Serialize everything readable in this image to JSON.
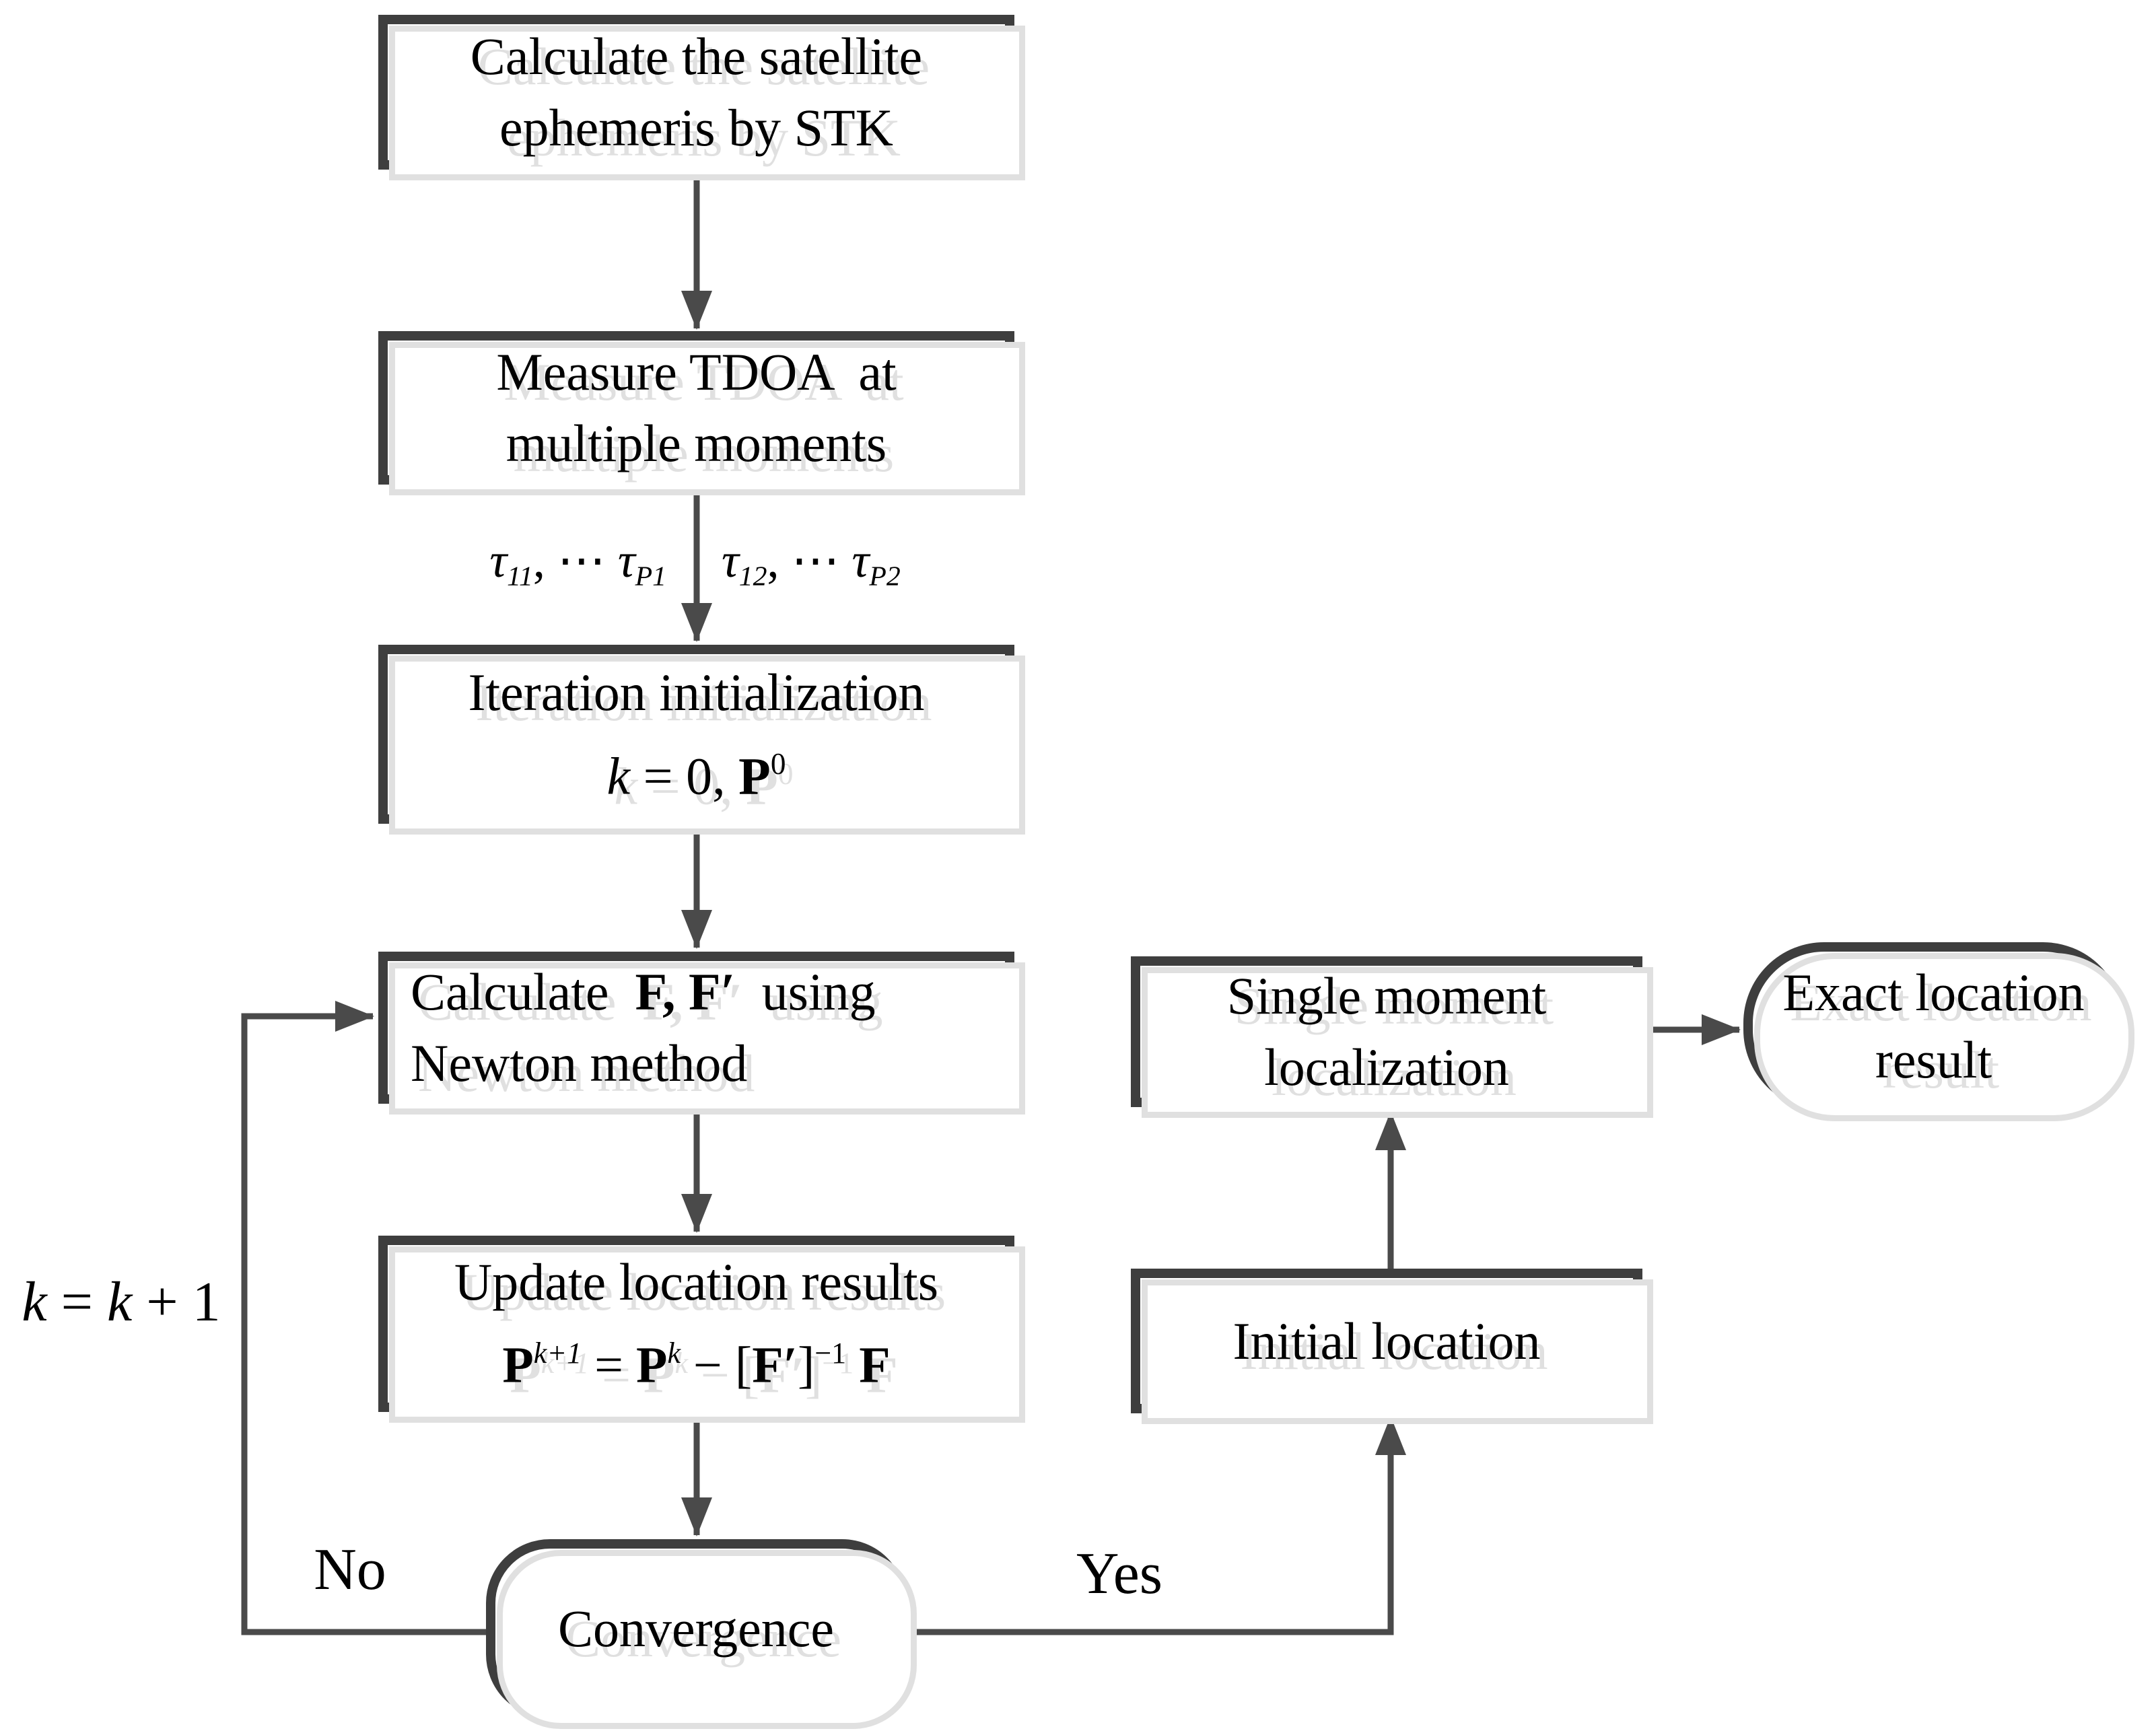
{
  "diagram": {
    "boxes": {
      "calc_ephemeris": {
        "line1": "Calculate the satellite",
        "line2": "ephemeris by STK"
      },
      "measure_tdoa": {
        "line1": "Measure TDOA  at",
        "line2": "multiple moments"
      },
      "iteration_init": {
        "line1": "Iteration initialization",
        "formula": {
          "k": "k",
          "mid": " = 0, ",
          "P": "P",
          "sup": "0"
        }
      },
      "calc_newton": {
        "seg1": "Calculate  ",
        "seg_bold": "F, F′",
        "seg2": "  using",
        "line2": "Newton method"
      },
      "update_results": {
        "line1": "Update location results",
        "formula": {
          "P1": "P",
          "sup1": "k+1",
          "eq": " = ",
          "P2": "P",
          "sup2": "k",
          "minus": " − ",
          "lbracket": "[",
          "Fp": "F′",
          "rbracket": "]",
          "sup3": "−1",
          "gap": " ",
          "F": "F"
        }
      },
      "convergence": {
        "label": "Convergence"
      },
      "single_moment": {
        "line1": "Single moment",
        "line2": "localization"
      },
      "initial_location": {
        "label": "Initial location"
      },
      "exact_location": {
        "line1": "Exact location",
        "line2": "result"
      }
    },
    "edge_labels": {
      "no": "No",
      "yes": "Yes",
      "k_increment": {
        "k1": "k",
        "mid": " = ",
        "k2": "k",
        "tail": " + 1"
      },
      "tau_left": {
        "t1": "τ",
        "s1": "11",
        "mid": ", ⋯ ",
        "t2": "τ",
        "s2": "P1"
      },
      "tau_right": {
        "t1": "τ",
        "s1": "12",
        "mid": ", ⋯ ",
        "t2": "τ",
        "s2": "P2"
      }
    },
    "colors": {
      "line": "#4a4a4a",
      "border": "#3e3e3e",
      "shadow": "#e0e0e0",
      "text": "#000000",
      "bg": "#ffffff"
    }
  }
}
